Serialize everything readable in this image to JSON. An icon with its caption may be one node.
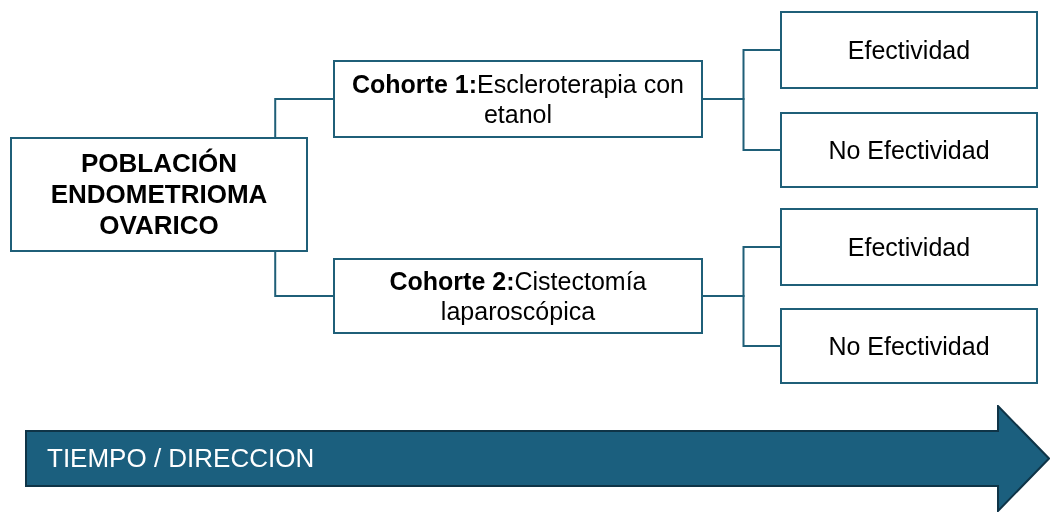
{
  "diagram": {
    "nodes": [
      {
        "text": [
          "POBLACIÓN ENDOMETRIOMA OVARICO"
        ]
      },
      {
        "text": [
          "**Cohorte 1:**Escleroterapia con etanol"
        ]
      },
      {
        "text": [
          "**Cohorte 2:**Cistectomía laparoscópica"
        ]
      },
      {
        "text": [
          "Efectividad"
        ]
      },
      {
        "text": [
          "No Efectividad"
        ]
      },
      {
        "text": [
          "Efectividad"
        ]
      },
      {
        "text": [
          "No Efectividad"
        ]
      },
      {
        "text": [
          "TIEMPO / DIRECCION"
        ]
      }
    ],
    "edges": [
      {
        "from": 0,
        "to": 1,
        "arrow": "none"
      },
      {
        "from": 0,
        "to": 2,
        "arrow": "none"
      },
      {
        "from": 1,
        "to": 3,
        "arrow": "none"
      },
      {
        "from": 1,
        "to": 4,
        "arrow": "none"
      },
      {
        "from": 2,
        "to": 5,
        "arrow": "none"
      },
      {
        "from": 2,
        "to": 6,
        "arrow": "none"
      }
    ]
  }
}
